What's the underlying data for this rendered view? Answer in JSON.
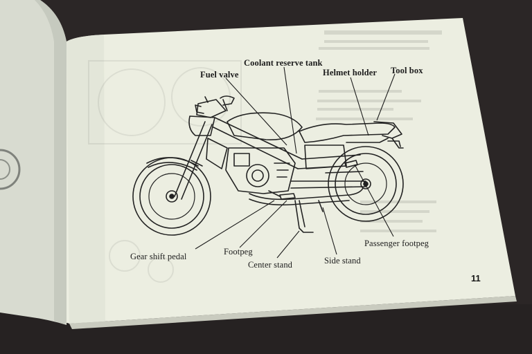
{
  "manual_page": {
    "labels": {
      "fuel_valve": "Fuel valve",
      "coolant_reserve_tank": "Coolant reserve tank",
      "helmet_holder": "Helmet holder",
      "tool_box": "Tool box",
      "gear_shift_pedal": "Gear shift pedal",
      "footpeg": "Footpeg",
      "center_stand": "Center stand",
      "side_stand": "Side stand",
      "passenger_footpeg": "Passenger footpeg"
    },
    "page_number": "11"
  },
  "colors": {
    "background": "#2b2626",
    "paper": "#eceee1",
    "ink": "#1c1c1c"
  }
}
